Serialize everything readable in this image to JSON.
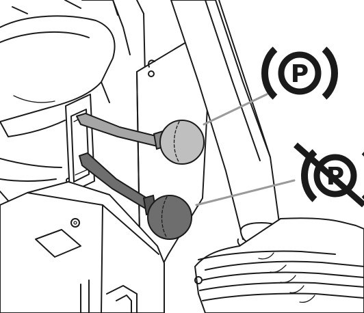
{
  "colors": {
    "outline": "#1a1a1a",
    "leader": "#9a9a9a",
    "symbol": "#1a1a1a",
    "knob_light": "#bfbfbf",
    "knob_dark": "#6e6e6e",
    "lever_light": "#a6a6a6",
    "lever_dark": "#6e6e6e"
  },
  "symbols": {
    "engaged": {
      "letter": "P",
      "icon": "parking-brake-engaged-icon"
    },
    "released": {
      "letter": "P",
      "icon": "parking-brake-released-icon"
    }
  },
  "levers": {
    "upper": {
      "icon": "brake-lever-upper-knob"
    },
    "lower": {
      "icon": "brake-lever-lower-knob"
    }
  }
}
